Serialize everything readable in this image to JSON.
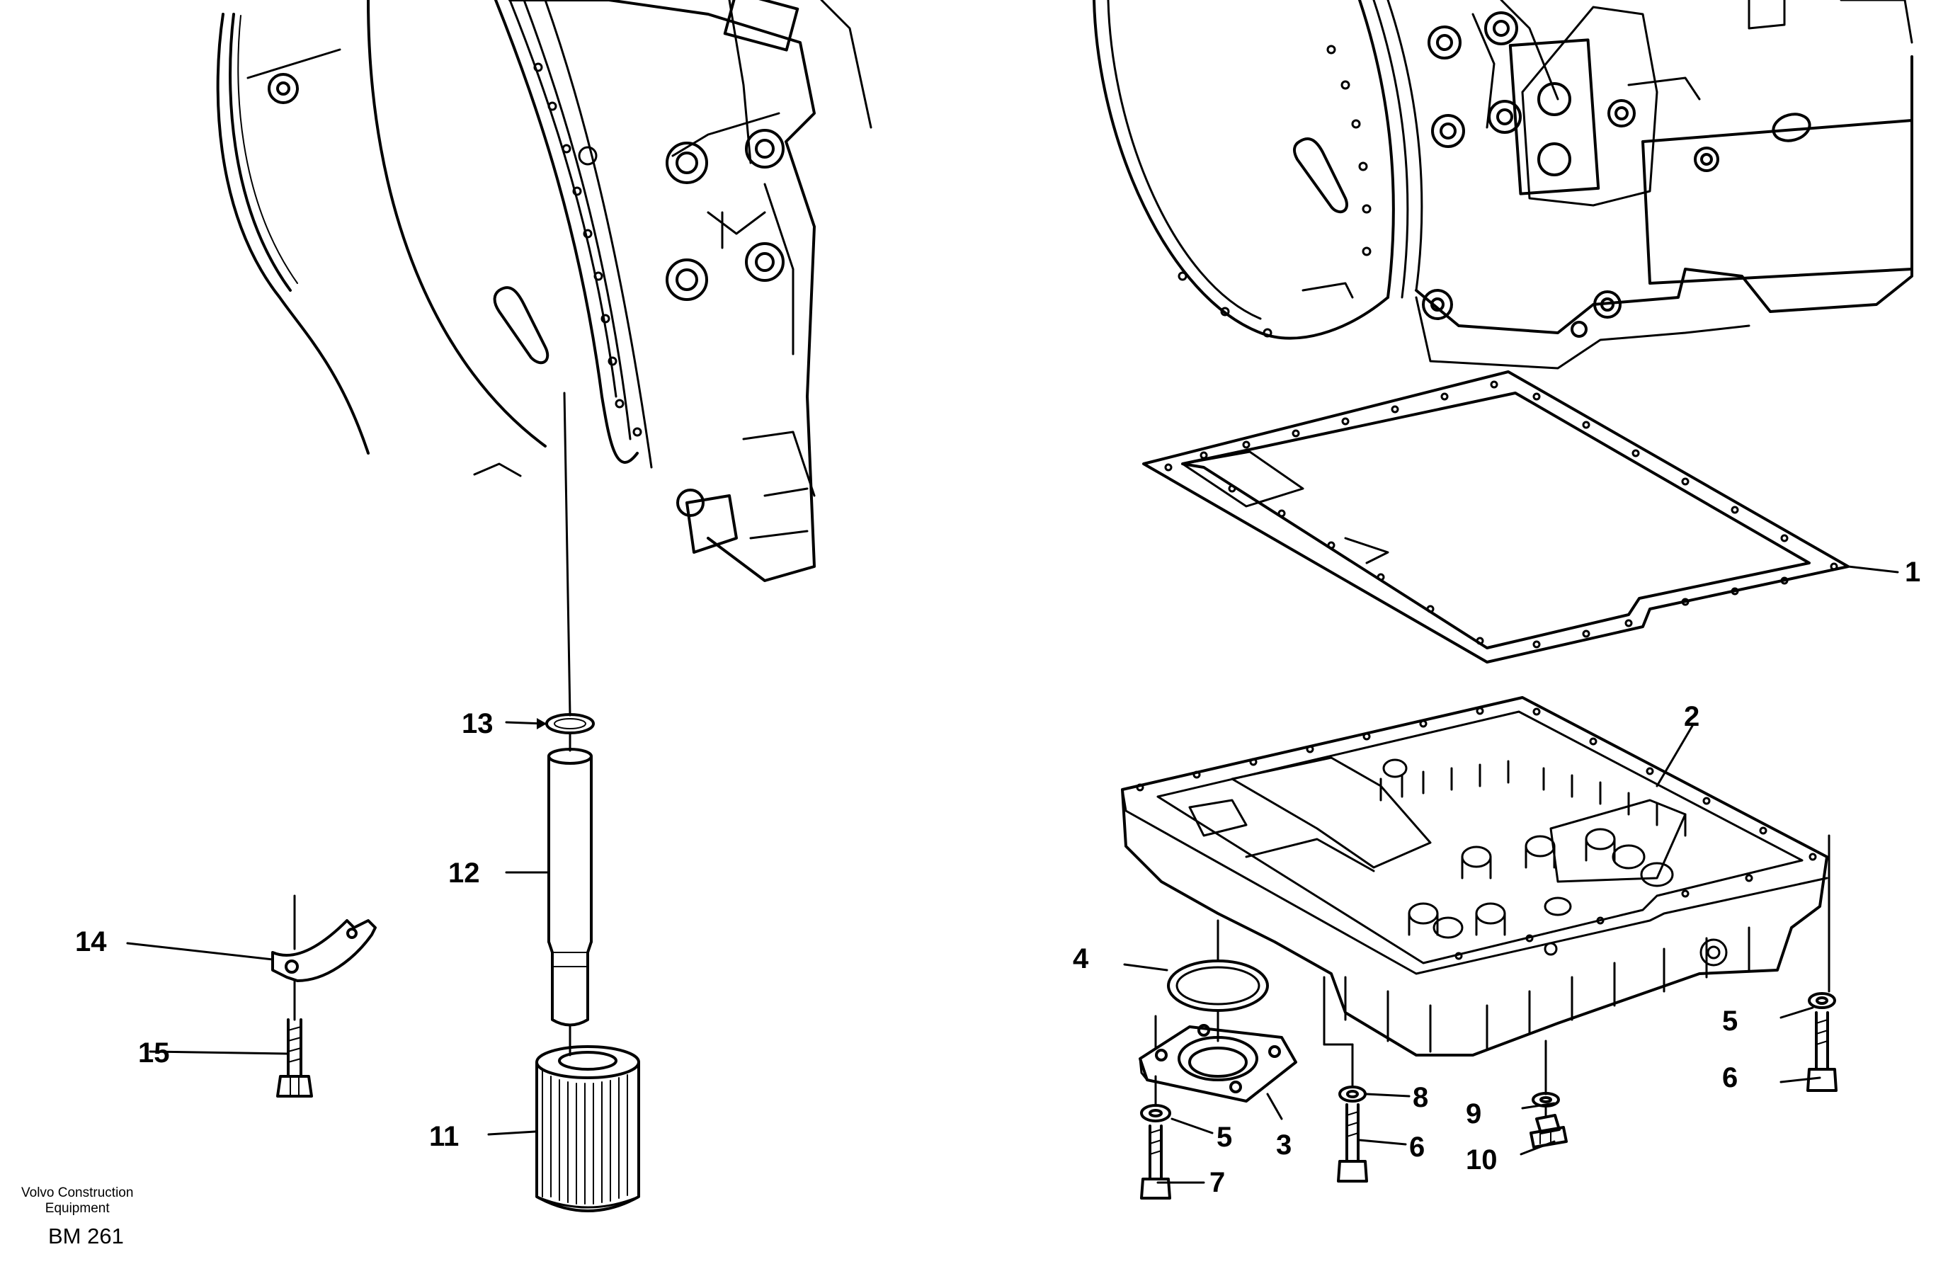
{
  "callouts": {
    "c1": "1",
    "c2": "2",
    "c3": "3",
    "c4": "4",
    "c5a": "5",
    "c5b": "5",
    "c6a": "6",
    "c6b": "6",
    "c7": "7",
    "c8": "8",
    "c9": "9",
    "c10": "10",
    "c11": "11",
    "c12": "12",
    "c13": "13",
    "c14": "14",
    "c15": "15"
  },
  "footer": {
    "publisher_line1": "Volvo Construction",
    "publisher_line2": "Equipment",
    "drawing_code": "BM 261"
  }
}
